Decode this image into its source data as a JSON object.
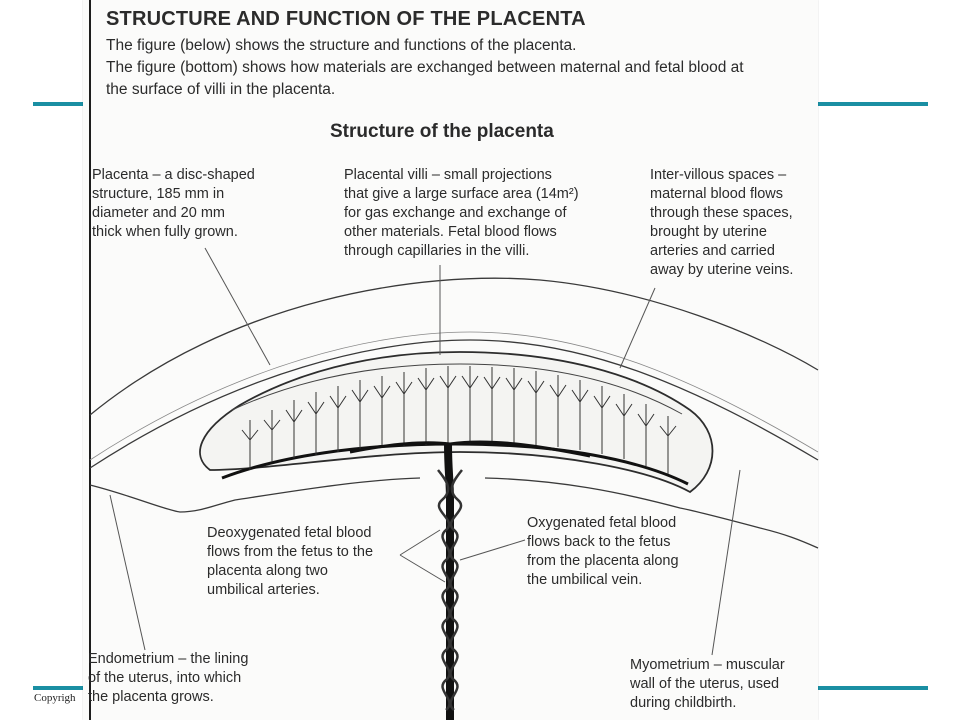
{
  "slide": {
    "accent_color": "#1a8fa3",
    "copyright_text": "Copyrigh"
  },
  "document": {
    "title": "STRUCTURE AND FUNCTION OF THE PLACENTA",
    "intro_lines": [
      "The figure (below) shows the structure and functions of the placenta.",
      "The figure (bottom) shows how materials are exchanged between maternal and fetal blood at",
      "the surface of villi in the placenta."
    ]
  },
  "figure": {
    "title": "Structure of the placenta",
    "labels": {
      "placenta": [
        "Placenta – a disc-shaped",
        "structure, 185 mm in",
        "diameter and 20 mm",
        "thick when fully grown."
      ],
      "villi": [
        "Placental villi – small projections",
        "that give a large surface area (14m²)",
        "for gas exchange and exchange of",
        "other materials. Fetal blood flows",
        "through capillaries in the villi."
      ],
      "intervillous": [
        "Inter-villous spaces –",
        "maternal blood flows",
        "through these spaces,",
        "brought by uterine",
        "arteries and carried",
        "away by uterine veins."
      ],
      "deoxygenated": [
        "Deoxygenated fetal blood",
        "flows from the fetus to the",
        "placenta along two",
        "umbilical arteries."
      ],
      "oxygenated": [
        "Oxygenated fetal blood",
        "flows back to the fetus",
        "from the placenta along",
        "the umbilical vein."
      ],
      "endometrium": [
        "Endometrium – the lining",
        "of the uterus, into which",
        "the placenta grows."
      ],
      "myometrium": [
        "Myometrium – muscular",
        "wall of the uterus, used",
        "during childbirth."
      ]
    }
  }
}
